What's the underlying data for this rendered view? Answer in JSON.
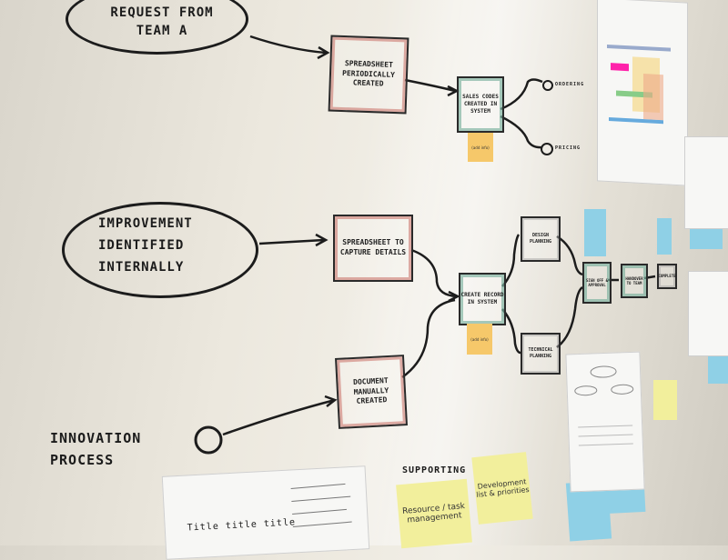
{
  "labels": {
    "request_team_a": "Request from Team A",
    "improvement": "Improvement Identified Internally",
    "innovation": "Innovation Process",
    "supporting": "Supporting"
  },
  "boxes": {
    "spreadsheet_periodic": "Spreadsheet Periodically Created",
    "sales_codes": "Sales codes created in system",
    "spreadsheet_capture": "Spreadsheet to capture details",
    "document_manual": "Document Manually Created",
    "create_record": "Create record in system",
    "design_planning": "Design planning",
    "technical_planning": "Technical planning",
    "sign_off": "Sign off & approval",
    "handover": "Handover to team",
    "complete": "Complete"
  },
  "endpoints": {
    "ordering": "Ordering",
    "pricing": "Pricing"
  },
  "notes": {
    "note_1": "(add info)",
    "note_2": "(add info)",
    "resource": "Resource / task management",
    "development": "Development list & priorities",
    "paper_bottom": "Title title title"
  },
  "colors": {
    "wall": "#ece8de",
    "orange_note": "#f6c86a",
    "yellow_note": "#f2ef9c",
    "blue_note": "#8fd0e6",
    "marker": "#1b1b1b"
  }
}
